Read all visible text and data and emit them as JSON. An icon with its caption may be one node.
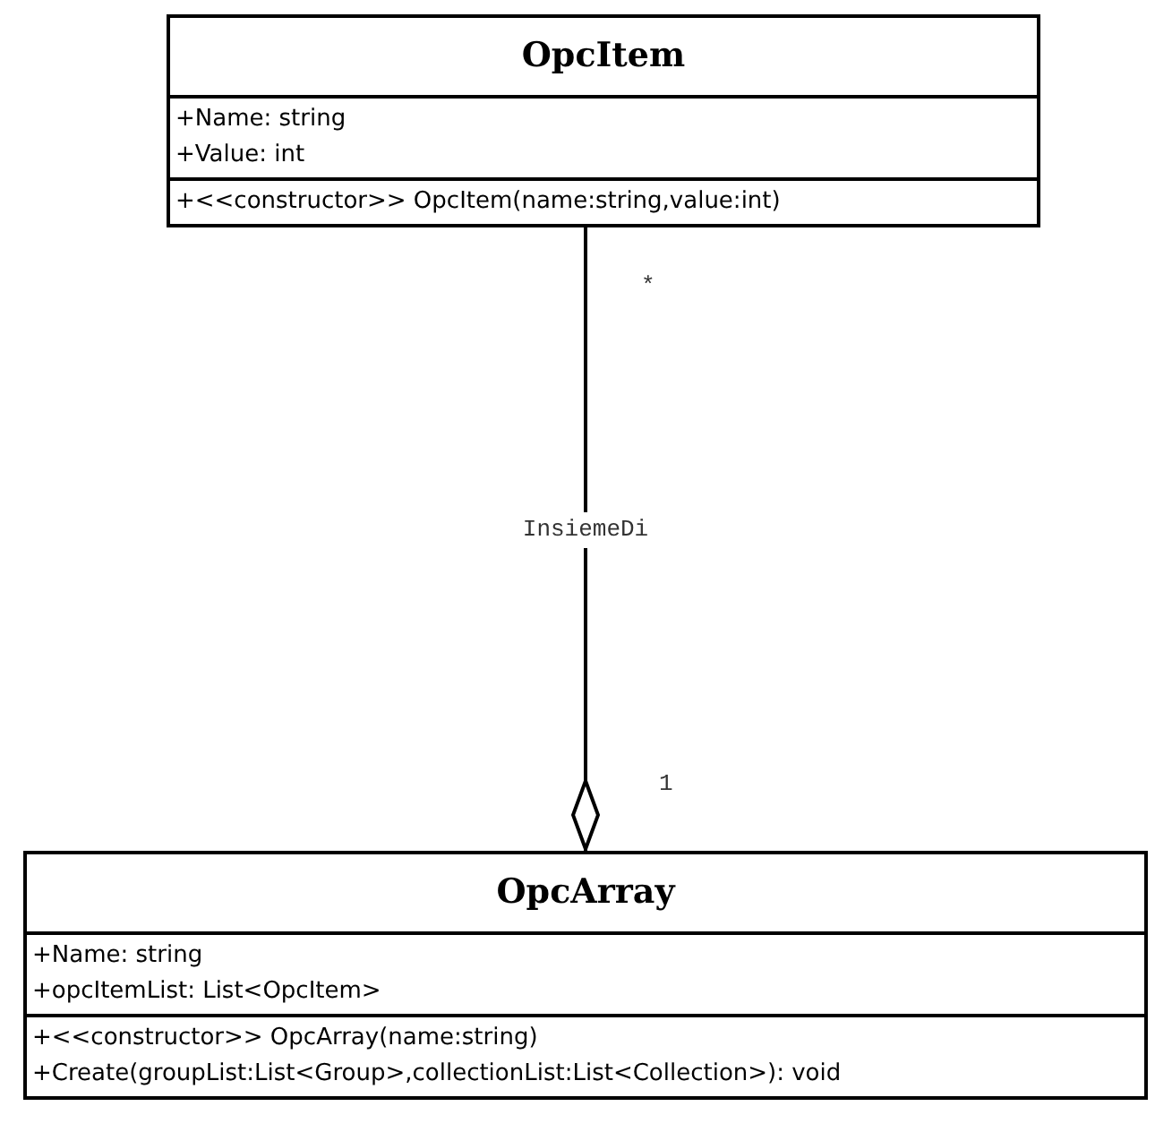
{
  "diagram": {
    "nodes": [
      {
        "text": [
          "OpcItem",
          "+Name: string",
          "+Value: int",
          "+<<constructor>> OpcItem(name:string,value:int)"
        ]
      },
      {
        "text": [
          "OpcArray",
          "+Name: string",
          "+opcItemList: List<OpcItem>",
          "+<<constructor>> OpcArray(name:string)",
          "+Create(groupList:List<Group>,collectionList:List<Collection>): void"
        ]
      }
    ],
    "edges": [
      {
        "from": 0,
        "to": 1,
        "arrow": "other",
        "label": "InsiemeDi"
      }
    ],
    "labels": [
      "*",
      "1"
    ]
  }
}
